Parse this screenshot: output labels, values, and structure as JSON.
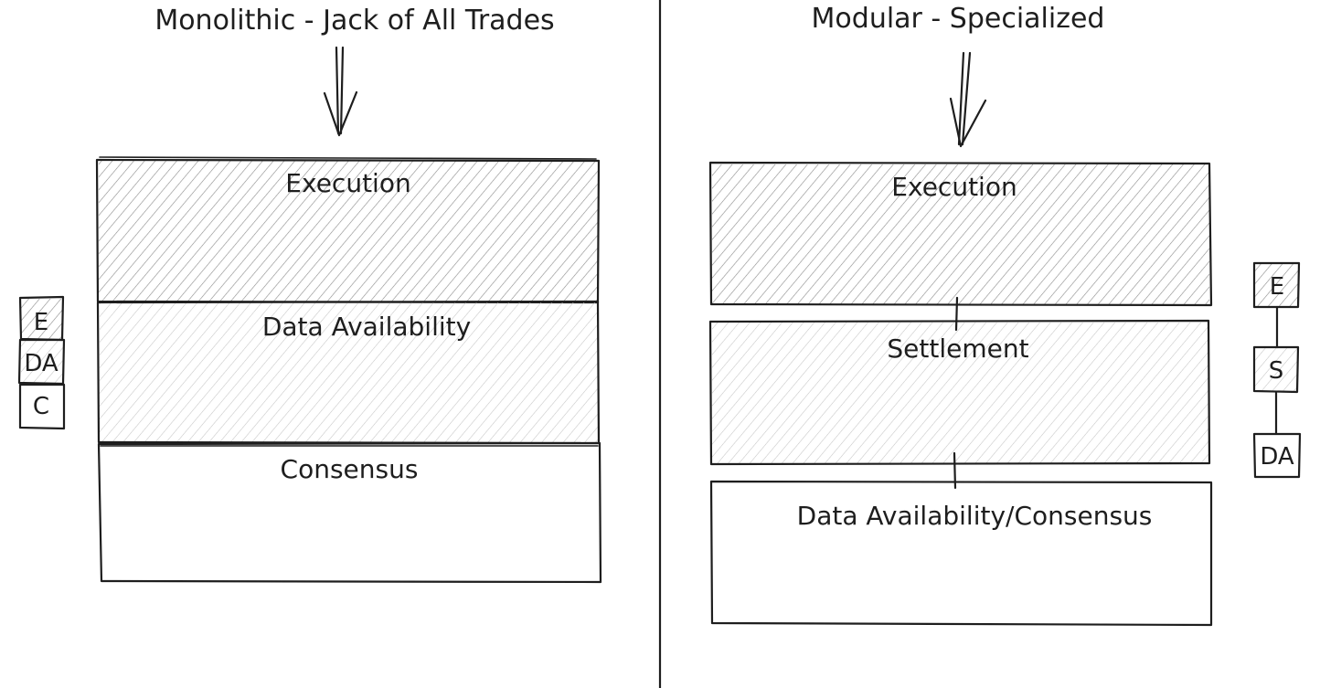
{
  "monolithic": {
    "title": "Monolithic - Jack of All Trades",
    "layers": [
      {
        "label": "Execution",
        "fill": "dark-hatch"
      },
      {
        "label": "Data Availability",
        "fill": "light-hatch"
      },
      {
        "label": "Consensus",
        "fill": "none"
      }
    ],
    "mini_stack": [
      "E",
      "DA",
      "C"
    ]
  },
  "modular": {
    "title": "Modular - Specialized",
    "layers": [
      {
        "label": "Execution",
        "fill": "dark-hatch"
      },
      {
        "label": "Settlement",
        "fill": "light-hatch"
      },
      {
        "label": "Data Availability/Consensus",
        "fill": "none"
      }
    ],
    "mini_stack": [
      "E",
      "S",
      "DA"
    ]
  },
  "colors": {
    "ink": "#1e1e1e",
    "dark_hatch": "#8a8a8a",
    "light_hatch": "#c4c4c4",
    "background": "#ffffff"
  }
}
